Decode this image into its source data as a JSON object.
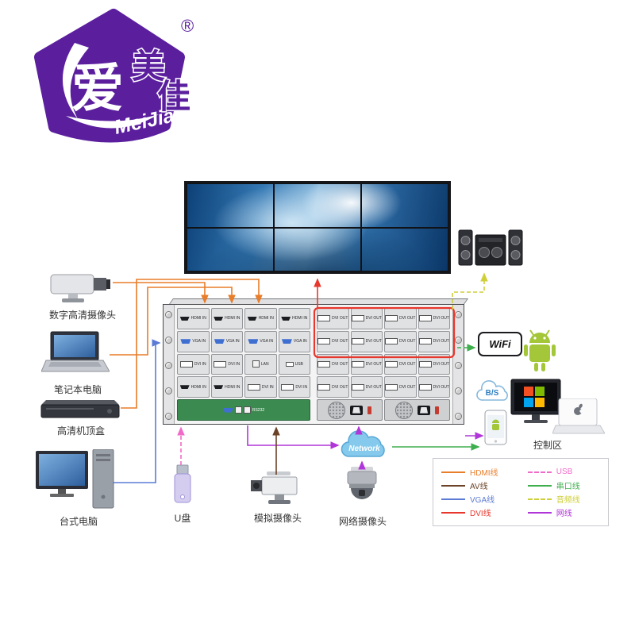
{
  "logo": {
    "ai": "爱",
    "mei": "美",
    "jia": "佳",
    "brand": "MeiJia",
    "registered": "®"
  },
  "devices": {
    "hd_camera": "数字高清摄像头",
    "laptop": "笔记本电脑",
    "set_top_box": "高清机顶盒",
    "desktop": "台式电脑",
    "usb_drive": "U盘",
    "analog_camera": "模拟摄像头",
    "network_camera": "网络摄像头"
  },
  "right_area": {
    "wifi": "WiFi",
    "bs_cloud": "B/S",
    "control_area": "控制区"
  },
  "network_cloud_label": "Network",
  "chassis": {
    "rows": [
      {
        "left": [
          {
            "type": "hdmi",
            "label": "HDMI IN"
          },
          {
            "type": "hdmi",
            "label": "HDMI IN"
          },
          {
            "type": "hdmi",
            "label": "HDMI IN"
          },
          {
            "type": "hdmi",
            "label": "HDMI IN"
          }
        ],
        "right": [
          {
            "type": "dvi",
            "label": "DVI OUT"
          },
          {
            "type": "dvi",
            "label": "DVI OUT"
          },
          {
            "type": "dvi",
            "label": "DVI OUT"
          },
          {
            "type": "dvi",
            "label": "DVI OUT"
          }
        ]
      },
      {
        "left": [
          {
            "type": "vga",
            "label": "VGA IN"
          },
          {
            "type": "vga",
            "label": "VGA IN"
          },
          {
            "type": "vga",
            "label": "VGA IN"
          },
          {
            "type": "vga",
            "label": "VGA IN"
          }
        ],
        "right": [
          {
            "type": "dvi",
            "label": "DVI OUT"
          },
          {
            "type": "dvi",
            "label": "DVI OUT"
          },
          {
            "type": "dvi",
            "label": "DVI OUT"
          },
          {
            "type": "dvi",
            "label": "DVI OUT"
          }
        ]
      },
      {
        "left": [
          {
            "type": "dvi",
            "label": "DVI IN"
          },
          {
            "type": "dvi",
            "label": "DVI IN"
          },
          {
            "type": "lan",
            "label": "LAN"
          },
          {
            "type": "usb",
            "label": "USB"
          }
        ],
        "right": [
          {
            "type": "dvi",
            "label": "DVI OUT"
          },
          {
            "type": "dvi",
            "label": "DVI OUT"
          },
          {
            "type": "dvi",
            "label": "DVI OUT"
          },
          {
            "type": "dvi",
            "label": "DVI OUT"
          }
        ]
      },
      {
        "left": [
          {
            "type": "hdmi",
            "label": "HDMI IN"
          },
          {
            "type": "hdmi",
            "label": "HDMI IN"
          },
          {
            "type": "dvi",
            "label": "DVI IN"
          },
          {
            "type": "dvi",
            "label": "DVI IN"
          }
        ],
        "right": [
          {
            "type": "dvi",
            "label": "DVI OUT"
          },
          {
            "type": "dvi",
            "label": "DVI OUT"
          },
          {
            "type": "dvi",
            "label": "DVI OUT"
          },
          {
            "type": "dvi",
            "label": "DVI OUT"
          }
        ]
      },
      {
        "left": [
          {
            "type": "ctrl",
            "label": "RS232"
          }
        ],
        "right": [
          {
            "type": "psu",
            "label": ""
          },
          {
            "type": "psu",
            "label": ""
          }
        ]
      }
    ]
  },
  "legend": {
    "items": [
      {
        "label": "HDMI线",
        "color": "#e87d2a",
        "dash": false
      },
      {
        "label": "AV线",
        "color": "#6b4226",
        "dash": false
      },
      {
        "label": "VGA线",
        "color": "#5b7bd5",
        "dash": false
      },
      {
        "label": "DVI线",
        "color": "#e8372c",
        "dash": false
      },
      {
        "label": "USB",
        "color": "#f06ac8",
        "dash": true
      },
      {
        "label": "串口线",
        "color": "#3fae4e",
        "dash": false
      },
      {
        "label": "音频线",
        "color": "#cfcf3a",
        "dash": true
      },
      {
        "label": "网线",
        "color": "#b136d9",
        "dash": false
      }
    ]
  }
}
